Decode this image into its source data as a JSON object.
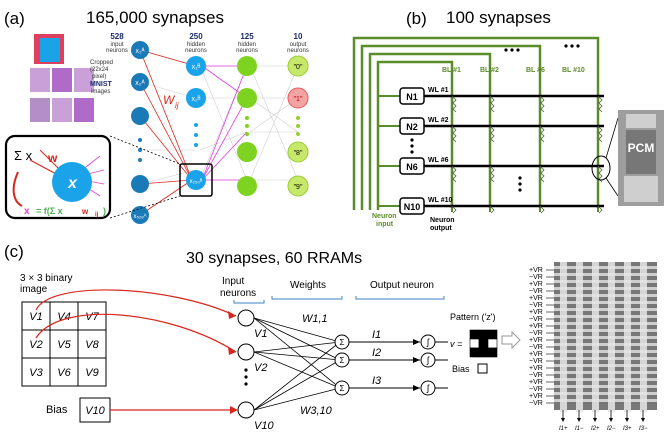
{
  "panel_a": {
    "label": "(a)",
    "title": "165,000 synapses",
    "layers": [
      {
        "count": "528",
        "name1": "input",
        "name2": "neurons"
      },
      {
        "count": "250",
        "name1": "hidden",
        "name2": "neurons"
      },
      {
        "count": "125",
        "name1": "hidden",
        "name2": "neurons"
      },
      {
        "count": "10",
        "name1": "output",
        "name2": "neurons"
      }
    ],
    "mnist_note": [
      "Cropped",
      "(22x24",
      "pixel)",
      "MNIST",
      "images"
    ],
    "weight_label": "W",
    "weight_sub": "ij",
    "outputs": [
      "\"0\"",
      "\"1\"",
      "\"8\"",
      "\"9\""
    ],
    "input_nodes": [
      "x₁ᴬ",
      "x₂ᴬ",
      "x₅₂₈ᴬ"
    ],
    "hidden_nodes": [
      "x₁ᴮ",
      "x₂ᴮ",
      "x₂₅₀ᴮ"
    ],
    "zoom": {
      "sum": "Σ x",
      "w": "w",
      "node": "x",
      "eq": "= f(Σ x",
      "eq_end": " w",
      "eq_sub": "ij",
      "eq_close": ")"
    }
  },
  "panel_b": {
    "label": "(b)",
    "title": "100 synapses",
    "bitlines": [
      "BL #1",
      "BL #2",
      "BL #6",
      "BL #10"
    ],
    "wordlines": [
      "WL #1",
      "WL #2",
      "WL #6",
      "WL #10"
    ],
    "neurons": [
      "N1",
      "N2",
      "N6",
      "N10"
    ],
    "input_label": [
      "Neuron",
      "input"
    ],
    "output_label": [
      "Neuron",
      "output"
    ],
    "pcm_label": "PCM"
  },
  "panel_c": {
    "label": "(c)",
    "title": "30 synapses, 60 RRAMs",
    "image_label": [
      "3 × 3 binary",
      "image"
    ],
    "grid": [
      "V1",
      "V4",
      "V7",
      "V2",
      "V5",
      "V8",
      "V3",
      "V6",
      "V9"
    ],
    "bias_label": "Bias",
    "bias_cell": "V10",
    "section_input": [
      "Input",
      "neurons"
    ],
    "section_weights": "Weights",
    "section_output": "Output neuron",
    "input_nodes": [
      "V1",
      "V2",
      "V10"
    ],
    "weight_top": "W1,1",
    "weight_bottom": "W3,10",
    "currents": [
      "I1",
      "I2",
      "I3"
    ],
    "pattern_label": "Pattern ('z')",
    "pattern_v": "v =",
    "pattern_bias": "Bias",
    "pattern_bits": [
      1,
      1,
      1,
      0,
      1,
      0,
      1,
      1,
      1
    ],
    "vr_labels": [
      "+VR",
      "−VR",
      "+VR",
      "−VR",
      "+VR",
      "−VR",
      "+VR",
      "−VR",
      "+VR",
      "−VR",
      "+VR",
      "−VR",
      "+VR",
      "−VR",
      "+VR",
      "−VR",
      "+VR",
      "−VR",
      "+VR",
      "−VR"
    ],
    "bottom_currents": [
      "I1+",
      "I1−",
      "I2+",
      "I2−",
      "I3+",
      "I3−"
    ],
    "colors": {
      "arrow": "#d9261c",
      "grid_line": "#3b7a1e",
      "node": "#1aa3e8",
      "green_node": "#8bc34a"
    }
  }
}
